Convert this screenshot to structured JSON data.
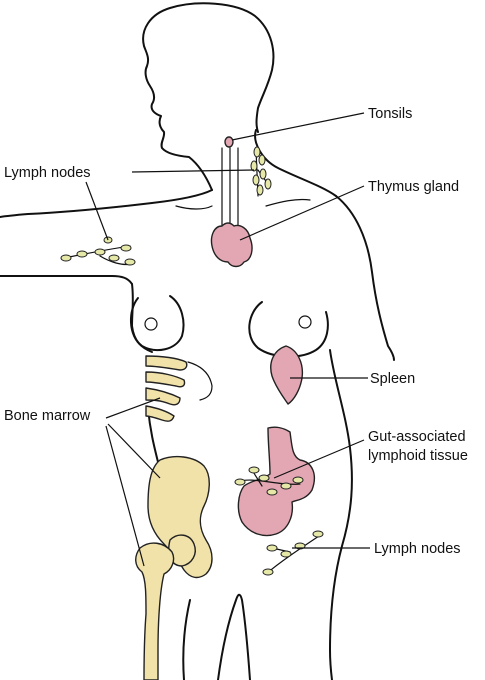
{
  "labels": {
    "tonsils": "Tonsils",
    "lymph_nodes_upper": "Lymph nodes",
    "thymus": "Thymus gland",
    "spleen": "Spleen",
    "bone_marrow": "Bone marrow",
    "galt_line1": "Gut-associated",
    "galt_line2": "lymphoid tissue",
    "lymph_nodes_lower": "Lymph nodes"
  },
  "colors": {
    "organ_fill": "#e2a7b3",
    "bone_fill": "#f1e2aa",
    "node_fill": "#e6e8a8",
    "outline": "#111111"
  }
}
